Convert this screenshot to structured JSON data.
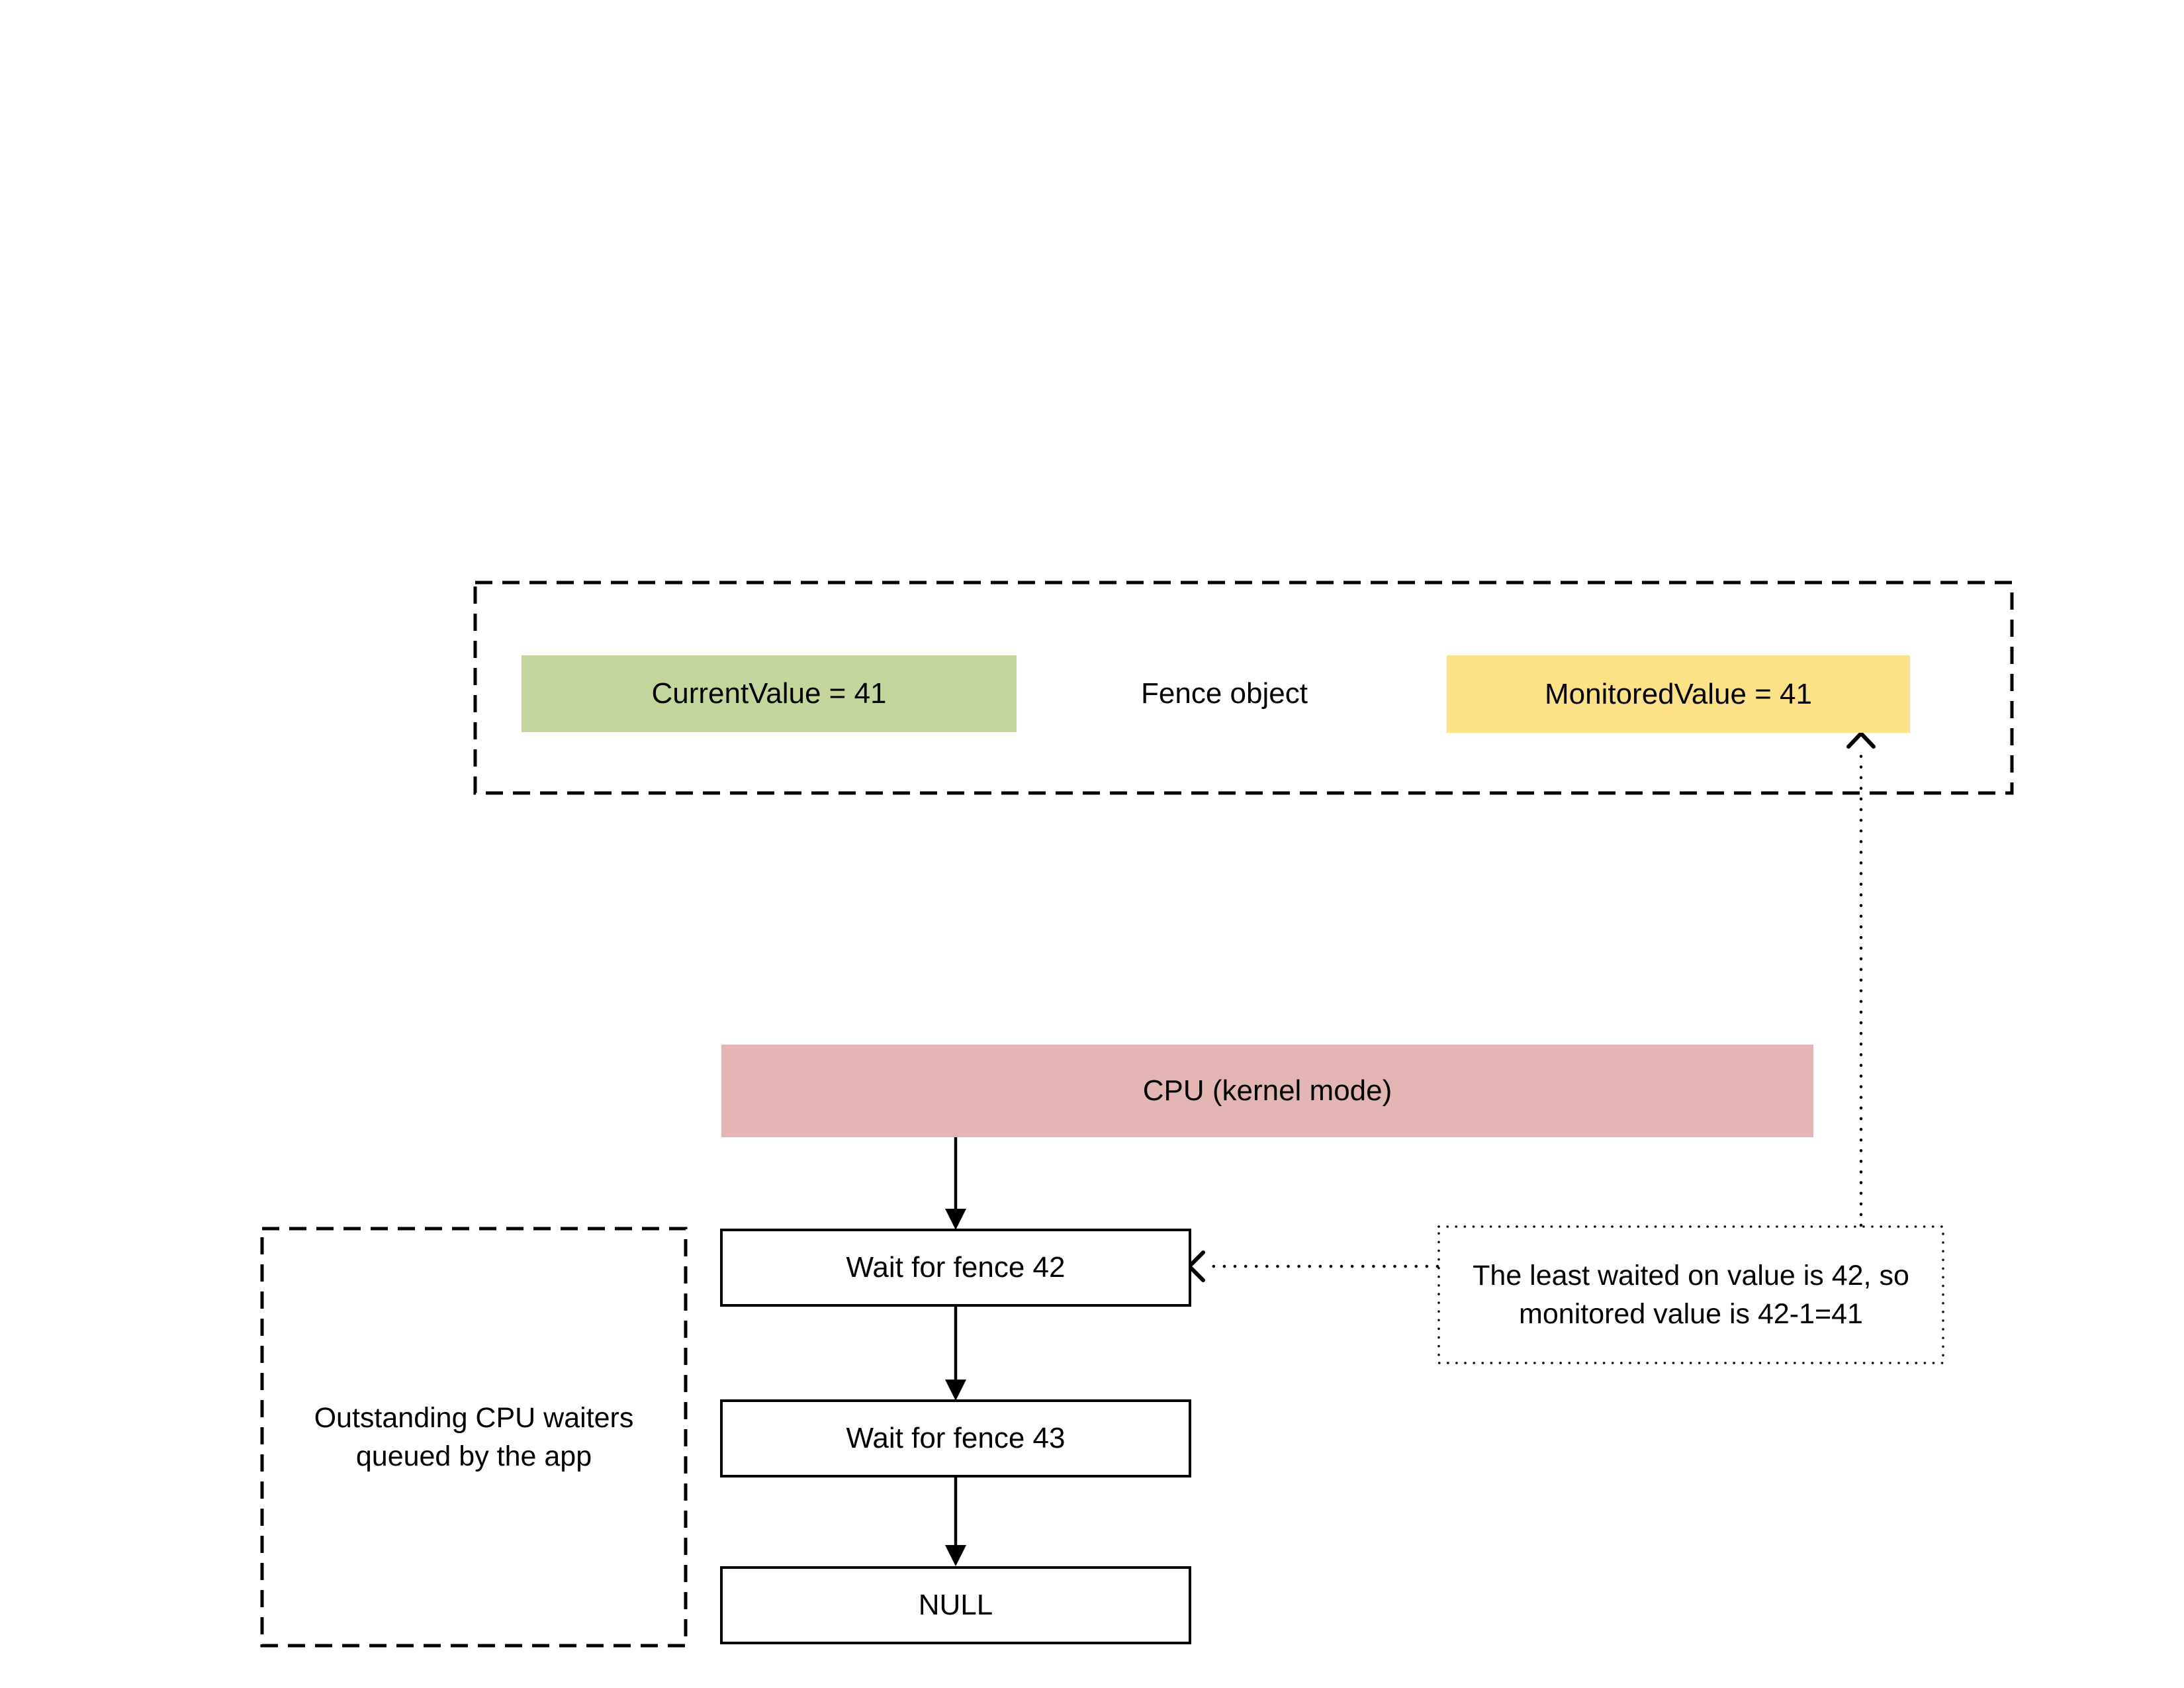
{
  "diagram": {
    "fence": {
      "label": "Fence object",
      "current_value": "CurrentValue = 41",
      "monitored_value": "MonitoredValue = 41"
    },
    "cpu": {
      "label": "CPU (kernel mode)"
    },
    "waiters_caption": {
      "line1": "Outstanding CPU waiters",
      "line2": "queued by the app"
    },
    "wait_chain": [
      "Wait for fence 42",
      "Wait for fence 43",
      "NULL"
    ],
    "annotation": {
      "line1": "The least waited on value is 42, so",
      "line2": "monitored value is 42-1=41"
    },
    "colors": {
      "current_value_bg": "#c3d69b",
      "monitored_value_bg": "#fde189",
      "cpu_bg": "#e3b6b3",
      "stroke": "#000000"
    }
  }
}
